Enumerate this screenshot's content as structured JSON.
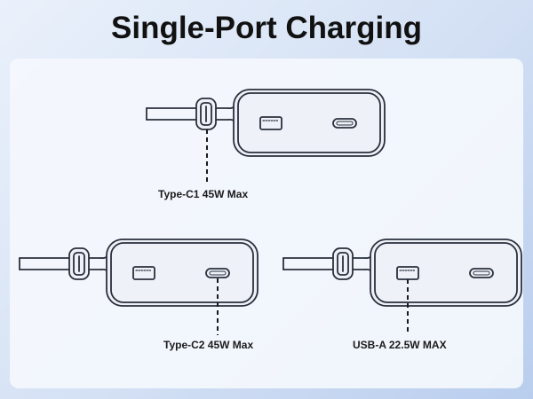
{
  "title": "Single-Port Charging",
  "diagrams": [
    {
      "label": "Type-C1 45W Max",
      "active_port": "type-c1"
    },
    {
      "label": "Type-C2 45W Max",
      "active_port": "type-c2"
    },
    {
      "label": "USB-A 22.5W MAX",
      "active_port": "usb-a"
    }
  ],
  "colors": {
    "stroke": "#2a2f3c",
    "device_fill": "#eef2f8",
    "background": "#d3e0f4"
  }
}
